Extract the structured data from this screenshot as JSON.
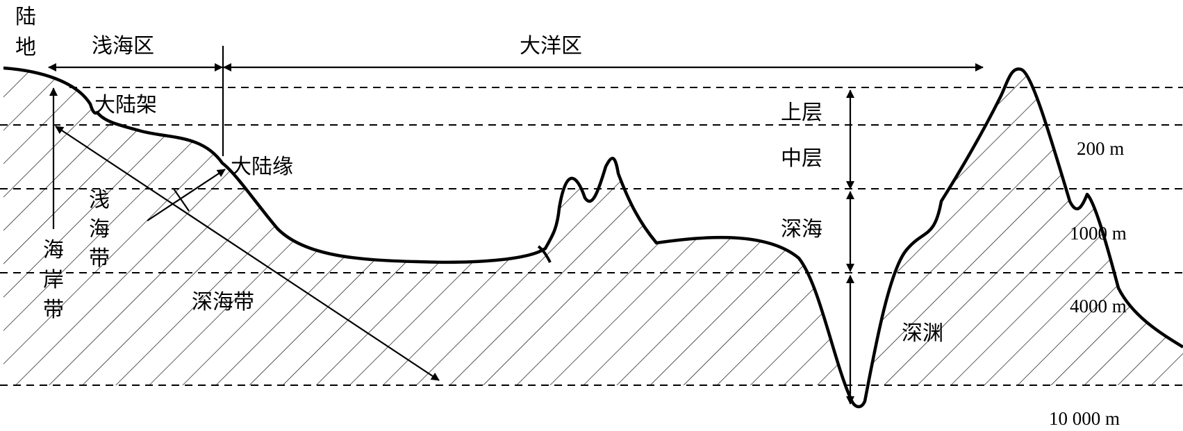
{
  "diagram": {
    "labels": {
      "land_line1": "陆",
      "land_line2": "地",
      "shallow_sea_region": "浅海区",
      "ocean_region": "大洋区",
      "continental_shelf": "大陆架",
      "continental_margin": "大陆缘",
      "neritic_zone_1": "浅",
      "neritic_zone_2": "海",
      "neritic_zone_3": "带",
      "littoral_zone_1": "海",
      "littoral_zone_2": "岸",
      "littoral_zone_3": "带",
      "deep_sea_zone": "深海带",
      "upper_layer": "上层",
      "middle_layer": "中层",
      "deep_sea": "深海",
      "abyss": "深渊"
    },
    "depths": {
      "d200": "200 m",
      "d1000": "1000 m",
      "d4000": "4000 m",
      "d10000": "10 000 m"
    },
    "colors": {
      "ink": "#000000",
      "background": "#ffffff"
    }
  }
}
